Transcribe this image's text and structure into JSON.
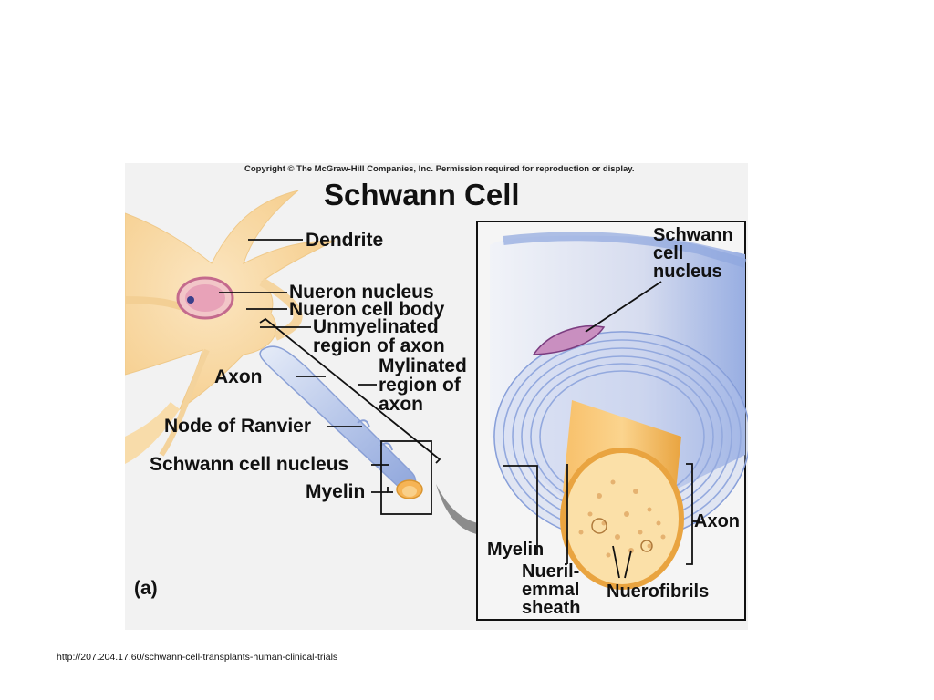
{
  "copyright": "Copyright © The McGraw-Hill Companies, Inc. Permission required for reproduction or display.",
  "title": "Schwann Cell",
  "labels": {
    "dendrite": "Dendrite",
    "neuron_nucleus": "Nueron nucleus",
    "neuron_cell_body": "Nueron cell body",
    "unmyelinated_1": "Unmyelinated",
    "unmyelinated_2": "region of axon",
    "axon_left": "Axon",
    "mylinated_1": "Mylinated",
    "mylinated_2": "region of",
    "mylinated_3": "axon",
    "node_of_ranvier": "Node of Ranvier",
    "schwann_cell_nucleus_left": "Schwann cell nucleus",
    "myelin_left": "Myelin",
    "panel_marker": "(a)",
    "schwann_right_1": "Schwann",
    "schwann_right_2": "cell",
    "schwann_right_3": "nucleus",
    "axon_right": "Axon",
    "myelin_right": "Myelin",
    "neurilemmal_1": "Nueril-",
    "neurilemmal_2": "emmal",
    "neurilemmal_3": "sheath",
    "neurofibrils": "Nuerofibrils"
  },
  "source_caption": "http://207.204.17.60/schwann-cell-transplants-human-clinical-trials"
}
